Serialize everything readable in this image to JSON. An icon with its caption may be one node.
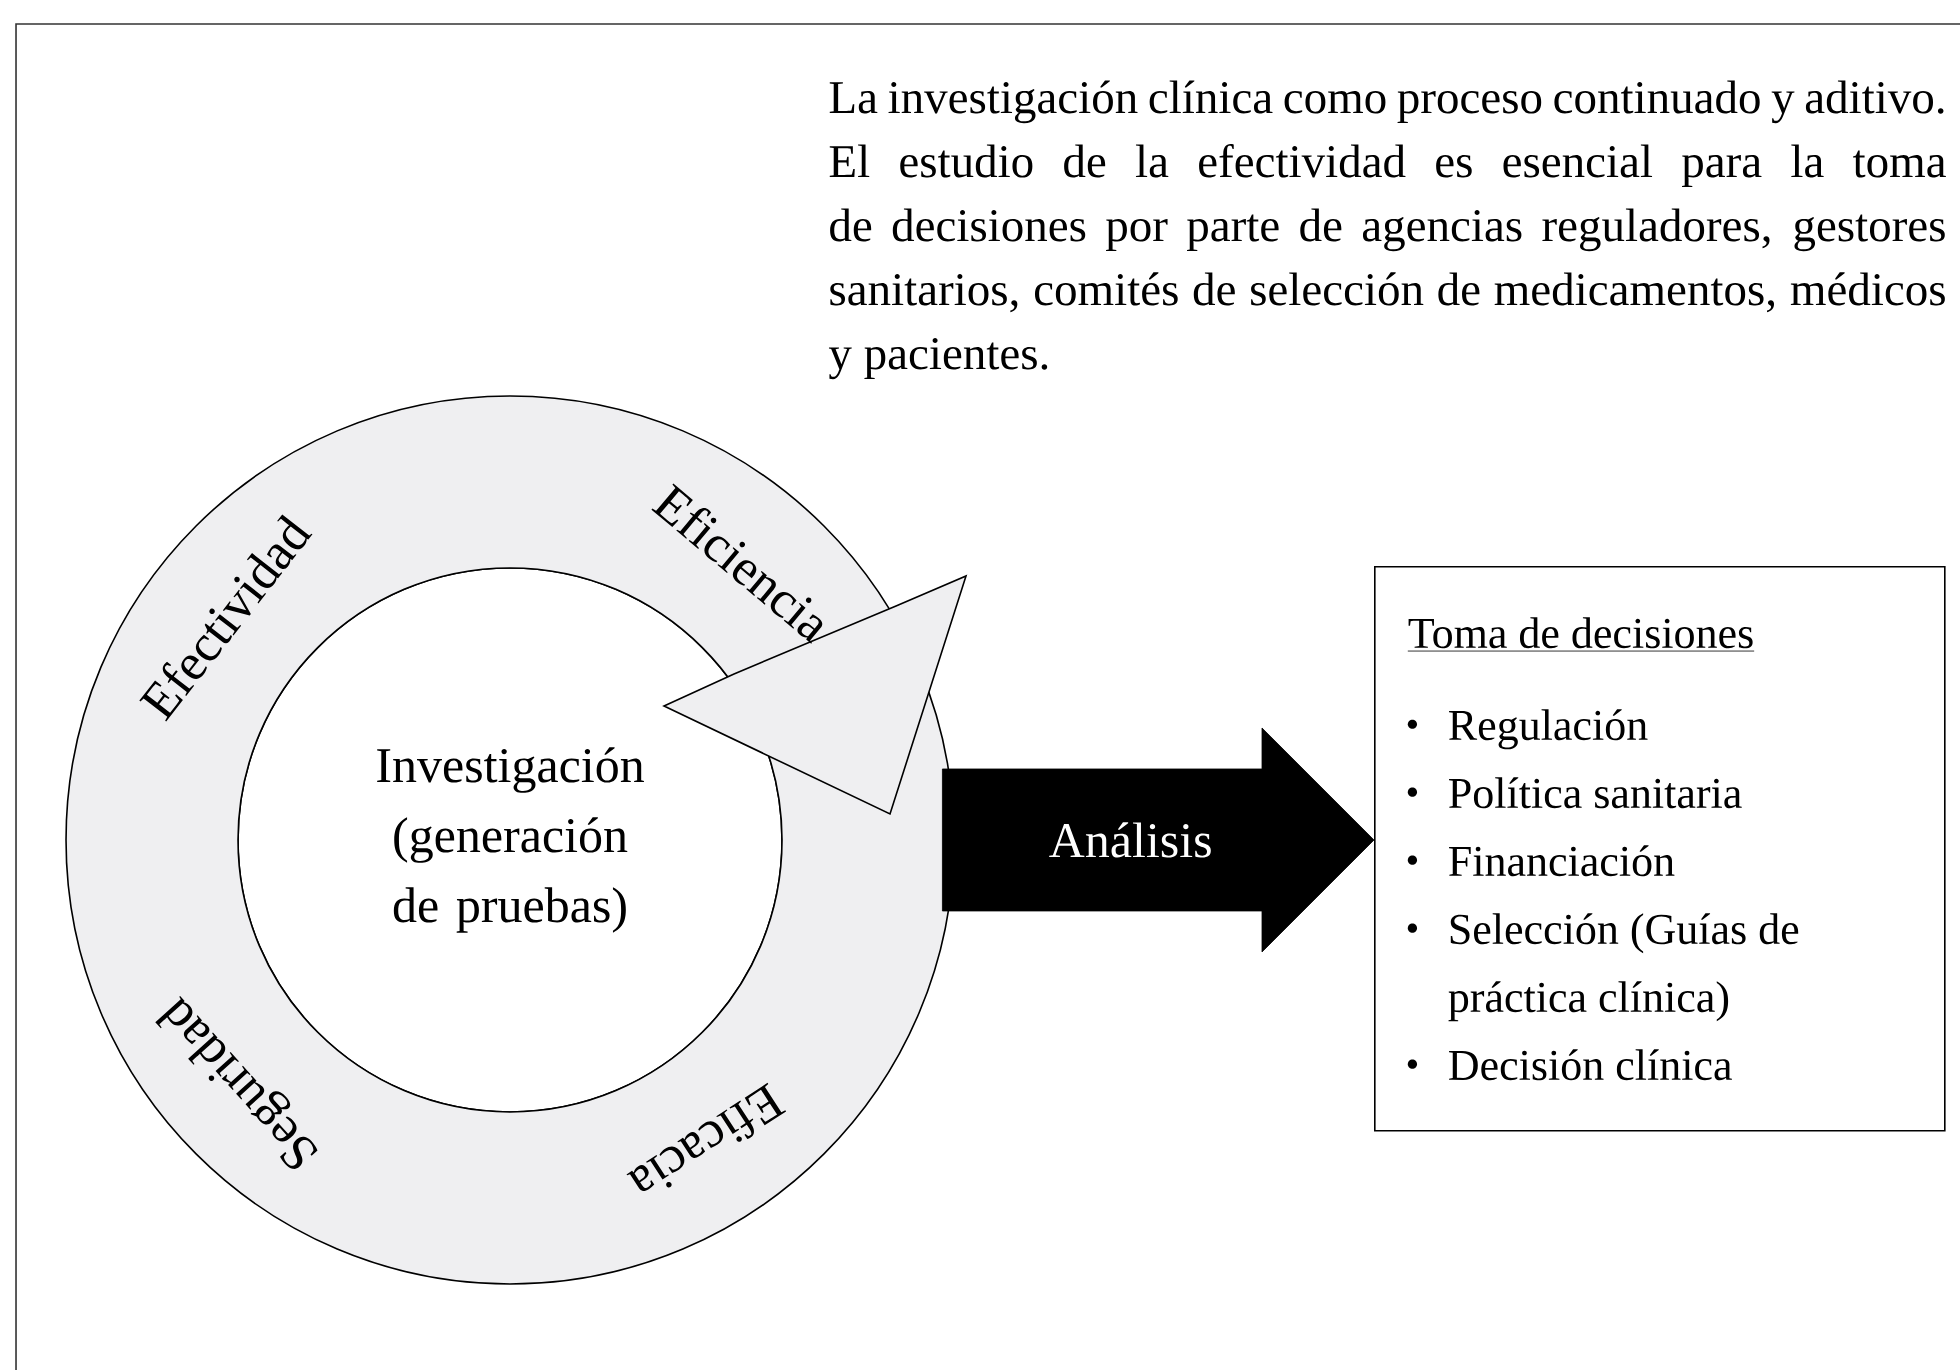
{
  "diagram": {
    "nodes": [
      {
        "text": [
          "Efectividad",
          "Eficiencia",
          "Eficacia",
          "Seguridad"
        ]
      },
      {
        "text": [
          "Investigación (generación de pruebas)"
        ],
        "in": 0
      },
      {
        "text": [
          "Toma de decisiones",
          "Regulación",
          "Política sanitaria",
          "Financiación",
          "Selección (Guías de práctica clínica)",
          "Decisión clínica"
        ]
      }
    ],
    "edges": [
      {
        "from": 0,
        "to": 2,
        "arrow": "to",
        "label": "Análisis"
      }
    ],
    "labels": [
      "La investigación clínica como proceso continuado y aditivo. El estudio de la efectividad es esencial para la toma de decisiones por parte de agencias reguladores, gestores sanitarios, comités de selección de medicamentos, médicos y pacientes."
    ]
  }
}
